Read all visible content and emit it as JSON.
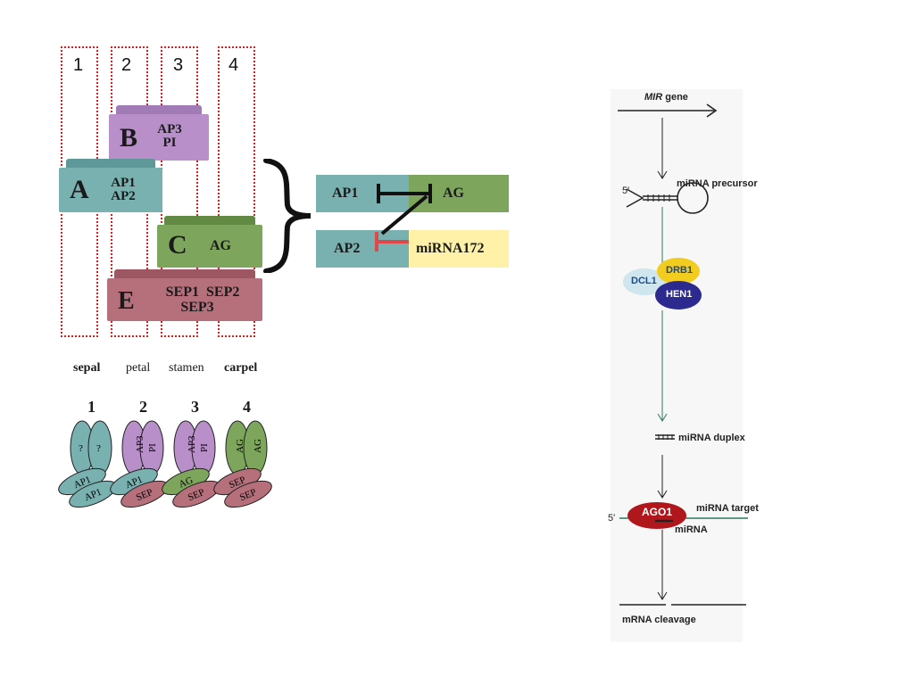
{
  "whorls": [
    "1",
    "2",
    "3",
    "4"
  ],
  "abce": {
    "B": {
      "letter": "B",
      "genes_line1": "AP3",
      "genes_line2": "PI"
    },
    "A": {
      "letter": "A",
      "genes_line1": "AP1",
      "genes_line2": "AP2"
    },
    "C": {
      "letter": "C",
      "genes": "AG"
    },
    "E": {
      "letter": "E",
      "genes_line1": "SEP1  SEP2",
      "genes_line2": "SEP3"
    }
  },
  "interaction": {
    "ap1": "AP1",
    "ag": "AG",
    "ap2": "AP2",
    "mirna": "miRNA172"
  },
  "organs": [
    "sepal",
    "petal",
    "stamen",
    "carpel"
  ],
  "organ_numbers": [
    "1",
    "2",
    "3",
    "4"
  ],
  "complexes": {
    "c1": {
      "top_left": "?",
      "top_right": "?",
      "bottom_left": "AP1",
      "bottom_right": "AP1"
    },
    "c2": {
      "top_left": "AP3",
      "top_right": "PI",
      "bottom_left": "AP1",
      "bottom_right": "SEP"
    },
    "c3": {
      "top_left": "AP3",
      "top_right": "PI",
      "bottom_left": "AG",
      "bottom_right": "SEP"
    },
    "c4": {
      "top_left": "AG",
      "top_right": "AG",
      "bottom_left": "SEP",
      "bottom_right": "SEP"
    }
  },
  "pathway": {
    "mir_gene_italic": "MIR",
    "mir_gene_rest": " gene",
    "five_prime_1": "5'",
    "precursor": "miRNA precursor",
    "drb1": "DRB1",
    "dcl1": "DCL1",
    "hen1": "HEN1",
    "duplex": "miRNA duplex",
    "ago1": "AGO1",
    "target": "miRNA target",
    "five_prime_2": "5'",
    "mirna": "miRNA",
    "cleavage": "mRNA cleavage"
  },
  "colors": {
    "a_teal": "#79b0b0",
    "b_purple": "#b88fc9",
    "c_green": "#7da55c",
    "e_rose": "#b5707c",
    "red_dotted": "#d21f1f",
    "ago1_red": "#b0171c",
    "drb1_yellow": "#f2cc1f",
    "hen1_navy": "#2d2a8f",
    "dcl1_light": "#cfe6ee"
  }
}
